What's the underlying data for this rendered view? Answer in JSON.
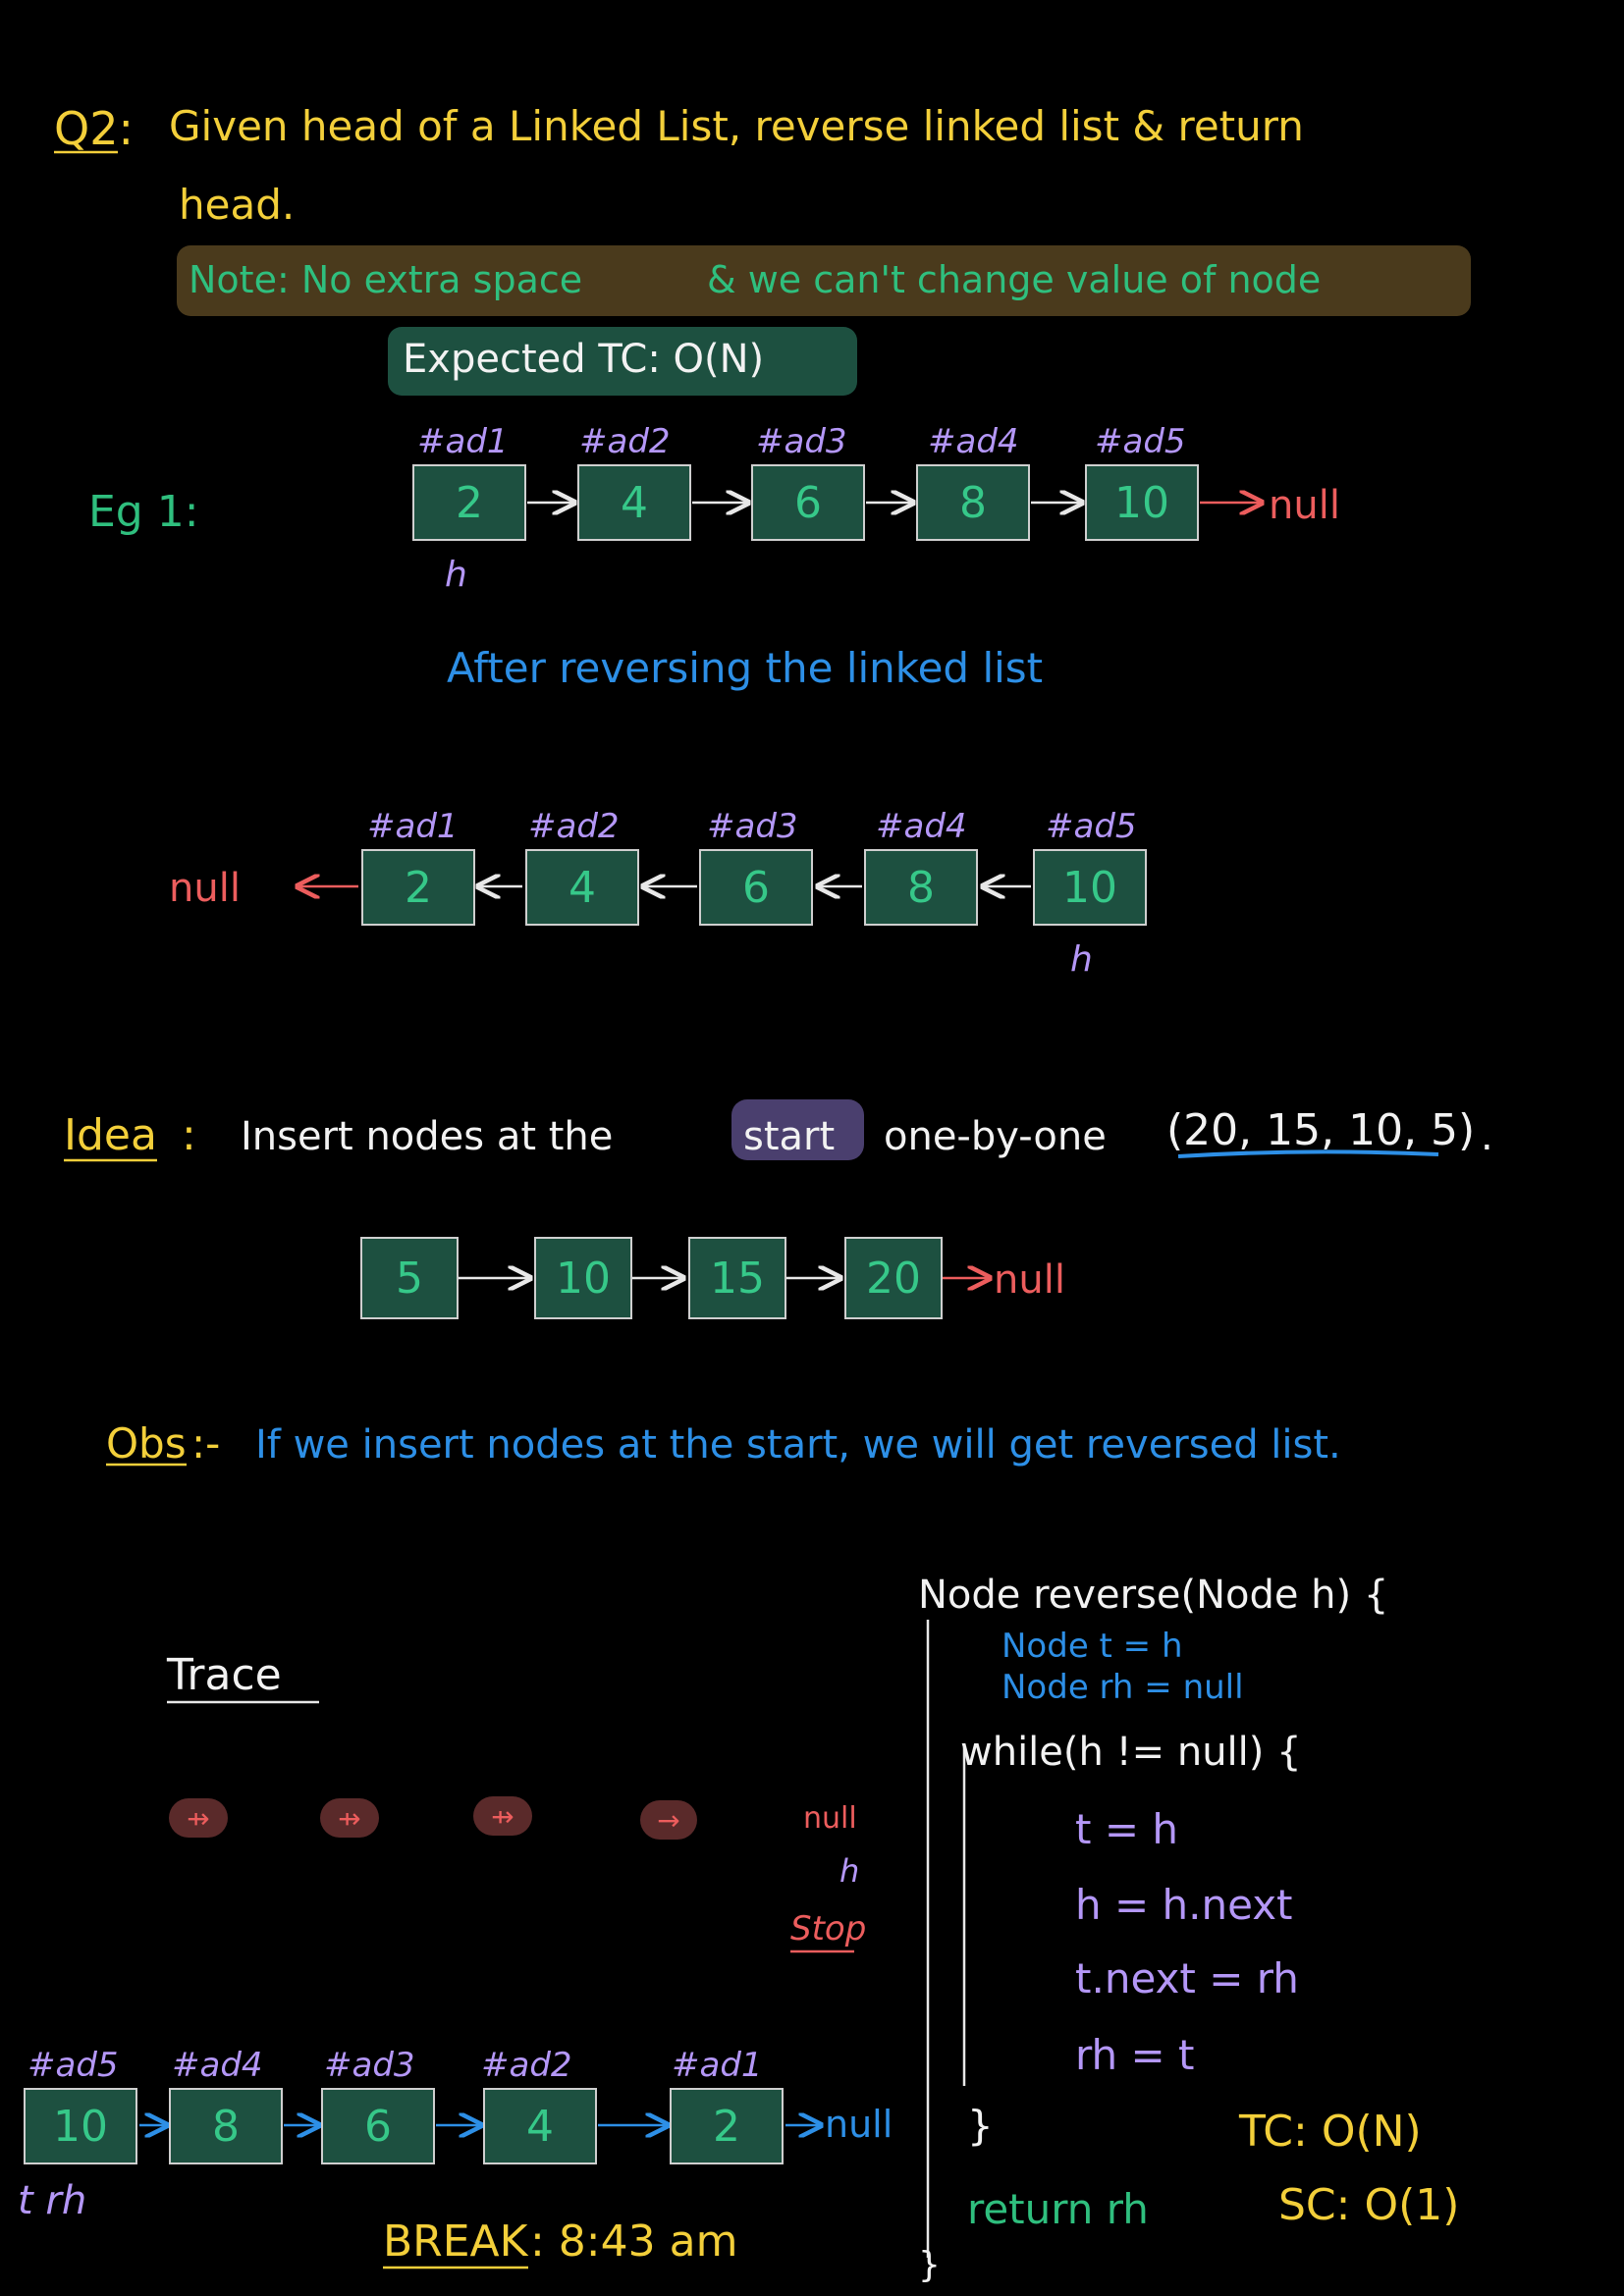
{
  "question": {
    "label": "Q2:",
    "line1": "Given head of a Linked List, reverse linked list & return",
    "line2": "head.",
    "note_part1": "Note: No extra space",
    "note_part2": "& we can't change value of node",
    "expected_tc": "Expected TC: O(N)"
  },
  "example": {
    "label": "Eg 1:",
    "addresses": [
      "#ad1",
      "#ad2",
      "#ad3",
      "#ad4",
      "#ad5"
    ],
    "values": [
      "2",
      "4",
      "6",
      "8",
      "10"
    ],
    "null_label": "null",
    "head_label": "h",
    "after_text": "After reversing the linked list"
  },
  "reversed": {
    "addresses": [
      "#ad1",
      "#ad2",
      "#ad3",
      "#ad4",
      "#ad5"
    ],
    "values": [
      "2",
      "4",
      "6",
      "8",
      "10"
    ],
    "null_label": "null",
    "head_label": "h"
  },
  "idea": {
    "label": "Idea",
    "colon": ":",
    "text_before": "Insert nodes at the",
    "highlight": "start",
    "text_after": "one-by-one",
    "sequence": "(20, 15, 10, 5)",
    "period": ".",
    "values": [
      "5",
      "10",
      "15",
      "20"
    ],
    "null_label": "null"
  },
  "obs": {
    "label": "Obs",
    "separator": ":-",
    "text": "If we insert nodes at the start, we will get reversed list."
  },
  "trace": {
    "label": "Trace",
    "null_label": "null",
    "head_label": "h",
    "stop_label": "Stop",
    "addresses": [
      "#ad5",
      "#ad4",
      "#ad3",
      "#ad2",
      "#ad1"
    ],
    "values": [
      "10",
      "8",
      "6",
      "4",
      "2"
    ],
    "pointer_labels": "t rh",
    "break_label": "BREAK",
    "break_time": ": 8:43 am"
  },
  "code": {
    "signature": "Node reverse(Node h) {",
    "init1": "Node t = h",
    "init2": "Node rh = null",
    "while_line": "while(h != null) {",
    "body": [
      "t = h",
      "h = h.next",
      "t.next = rh",
      "rh = t"
    ],
    "close_while": "}",
    "return_line": "return rh",
    "close_fn": "}",
    "tc": "TC: O(N)",
    "sc": "SC: O(1)"
  }
}
